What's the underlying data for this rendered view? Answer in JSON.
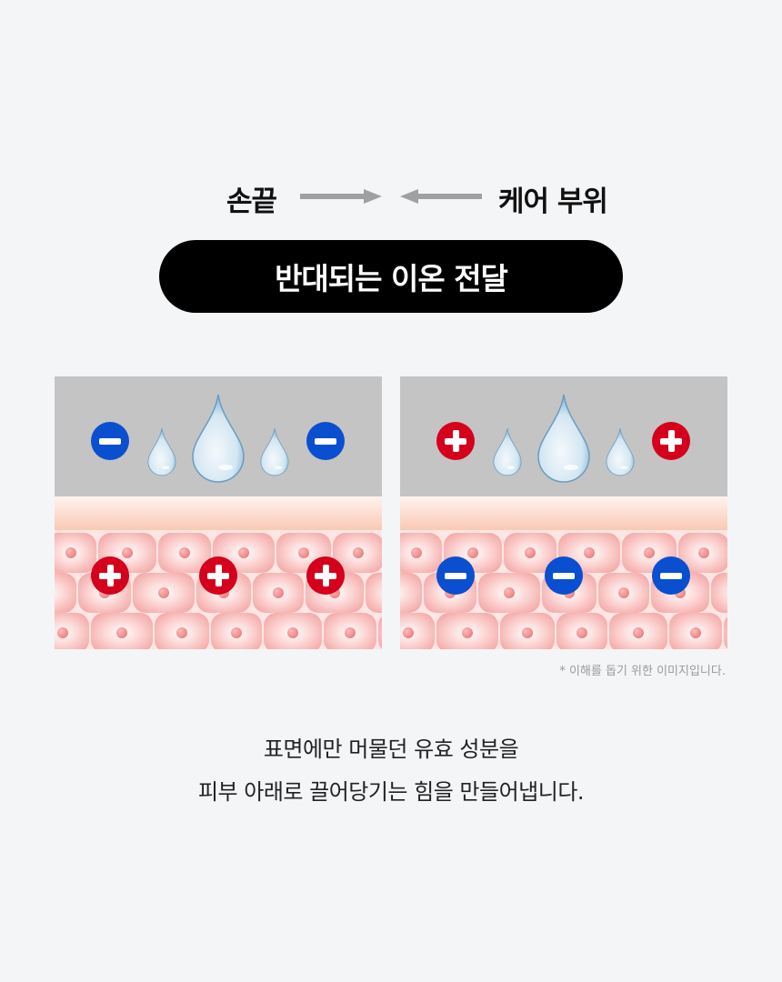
{
  "header": {
    "left_label": "손끝",
    "right_label": "케어 부위",
    "pill_title": "반대되는 이온 전달"
  },
  "panels": [
    {
      "top_ions": "minus",
      "bottom_ions": "plus"
    },
    {
      "top_ions": "plus",
      "bottom_ions": "minus"
    }
  ],
  "colors": {
    "minus": "#0a4fd0",
    "plus": "#d4001c",
    "arrow": "#a0a0a0"
  },
  "note": "* 이해를 돕기 위한 이미지입니다.",
  "body": {
    "line1": "표면에만 머물던 유효 성분을",
    "line2": "피부 아래로 끌어당기는 힘을 만들어냅니다."
  }
}
